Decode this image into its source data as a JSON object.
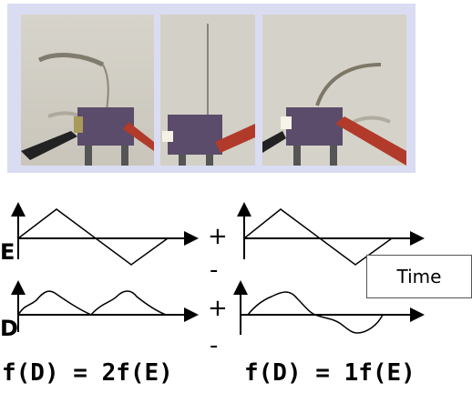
{
  "photos": [
    {
      "name": "photo-left"
    },
    {
      "name": "photo-center"
    },
    {
      "name": "photo-right"
    }
  ],
  "diagram": {
    "label_e": "E",
    "label_d": "D",
    "plus": "+",
    "minus": "-",
    "time_label": "Time",
    "formula_left": "f(D) = 2f(E)",
    "formula_right": "f(D) = 1f(E)"
  },
  "colors": {
    "panel": "#dadcf2",
    "line": "#000000"
  }
}
